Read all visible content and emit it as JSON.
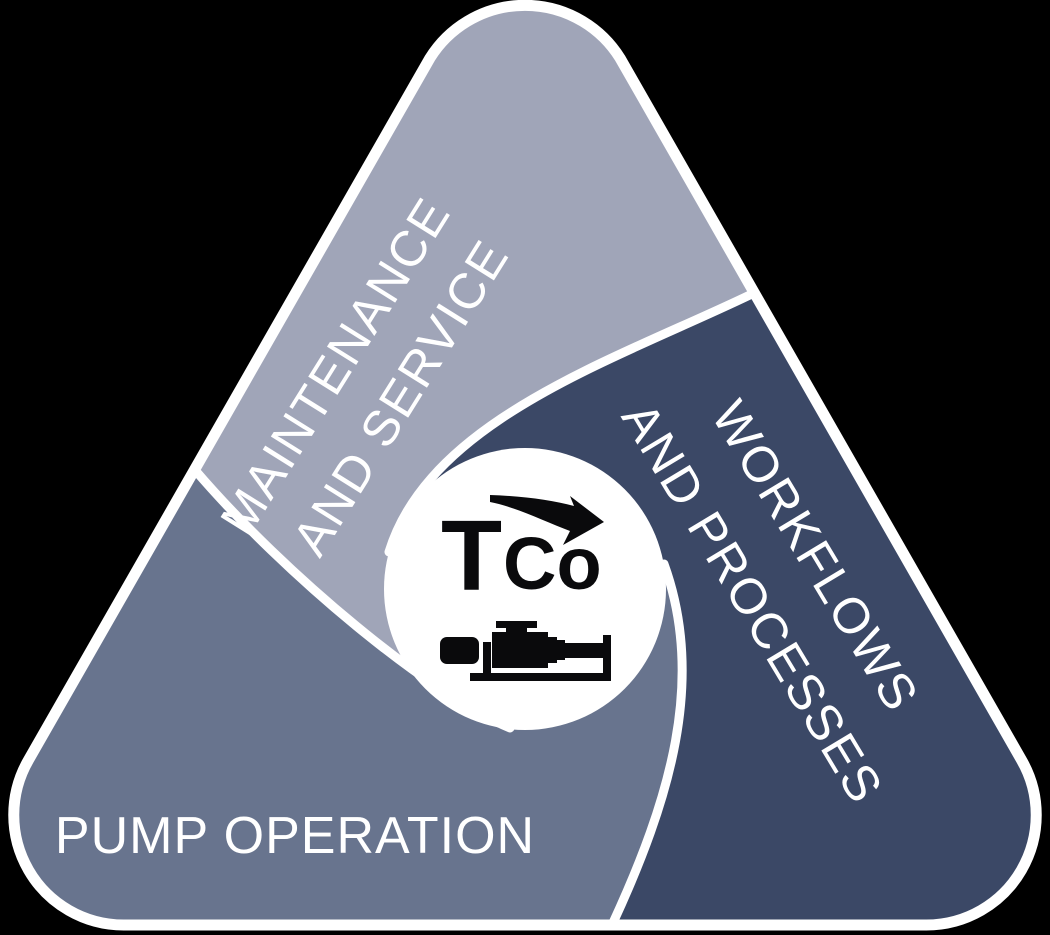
{
  "diagram": {
    "type": "rounded-triangle-swirl-diagram",
    "background_color": "#000000",
    "outline_color": "#ffffff",
    "segments": {
      "maintenance": {
        "line1": "MAINTENANCE",
        "line2": "AND SERVICE",
        "color": "#a0a5b8",
        "position": "top-left"
      },
      "workflows": {
        "line1": "WORKFLOWS",
        "line2": "AND PROCESSES",
        "color": "#3b4866",
        "position": "right"
      },
      "pump_operation": {
        "label": "PUMP OPERATION",
        "color": "#68748e",
        "position": "bottom-left"
      }
    },
    "center_badge": {
      "background": "#ffffff",
      "logo_text_large": "T",
      "logo_text_small": "Co",
      "logo_color": "#0a0a0c",
      "icons": {
        "arrow": "downward-trend-arrow-icon",
        "pump": "progressing-cavity-pump-icon"
      }
    }
  }
}
